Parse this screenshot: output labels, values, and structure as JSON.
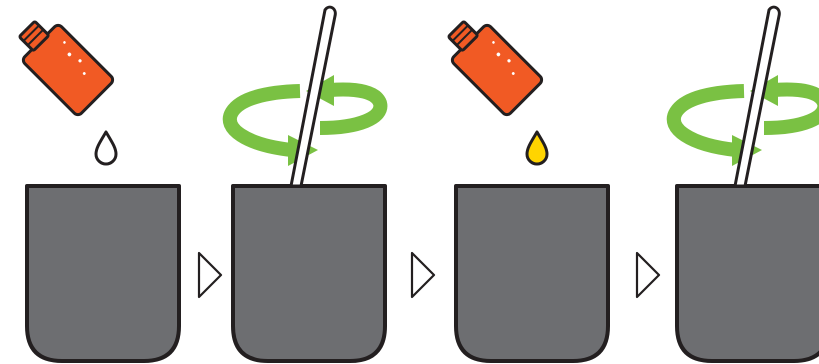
{
  "steps": [
    {
      "action": "pour",
      "tool": "bottle-icon",
      "drop": "clear"
    },
    {
      "action": "stir",
      "tool": "stirring-rod-icon",
      "motion": "circular-arrows-icon"
    },
    {
      "action": "pour",
      "tool": "bottle-icon",
      "drop": "yellow"
    },
    {
      "action": "stir",
      "tool": "stirring-rod-icon",
      "motion": "circular-arrows-icon"
    }
  ],
  "connector_icon": "right-triangle-arrow-icon",
  "colors": {
    "cup_fill": "#6d6e71",
    "outline": "#231f20",
    "bottle": "#f15a24",
    "arrow_green": "#7ac143",
    "drop_clear": "#ffffff",
    "drop_yellow": "#ffd400",
    "background": "#ffffff"
  }
}
